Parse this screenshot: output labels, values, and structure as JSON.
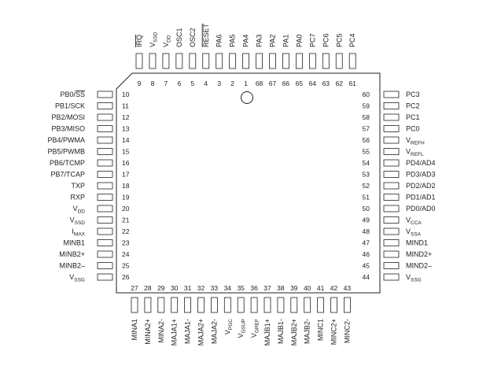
{
  "package": {
    "left_pins": [
      {
        "num": "10",
        "label": "PB0/SS",
        "overline": "SS"
      },
      {
        "num": "11",
        "label": "PB1/SCK"
      },
      {
        "num": "12",
        "label": "PB2/MOSI"
      },
      {
        "num": "13",
        "label": "PB3/MISO"
      },
      {
        "num": "14",
        "label": "PB4/PWMA"
      },
      {
        "num": "15",
        "label": "PB5/PWMB"
      },
      {
        "num": "16",
        "label": "PB6/TCMP"
      },
      {
        "num": "17",
        "label": "PB7/TCAP"
      },
      {
        "num": "18",
        "label": "TXP"
      },
      {
        "num": "19",
        "label": "RXP"
      },
      {
        "num": "20",
        "label": "V",
        "sub": "DD"
      },
      {
        "num": "21",
        "label": "V",
        "sub": "SSD"
      },
      {
        "num": "22",
        "label": "I",
        "sub": "MAX"
      },
      {
        "num": "23",
        "label": "MINB1"
      },
      {
        "num": "24",
        "label": "MINB2+"
      },
      {
        "num": "25",
        "label": "MINB2–"
      },
      {
        "num": "26",
        "label": "V",
        "sub": "SSG"
      }
    ],
    "right_pins": [
      {
        "num": "60",
        "label": "PC3"
      },
      {
        "num": "59",
        "label": "PC2"
      },
      {
        "num": "58",
        "label": "PC1"
      },
      {
        "num": "57",
        "label": "PC0"
      },
      {
        "num": "56",
        "label": "V",
        "sub": "REFH"
      },
      {
        "num": "55",
        "label": "V",
        "sub": "REFL"
      },
      {
        "num": "54",
        "label": "PD4/AD4"
      },
      {
        "num": "53",
        "label": "PD3/AD3"
      },
      {
        "num": "52",
        "label": "PD2/AD2"
      },
      {
        "num": "51",
        "label": "PD1/AD1"
      },
      {
        "num": "50",
        "label": "PD0/AD0"
      },
      {
        "num": "49",
        "label": "V",
        "sub": "CCA"
      },
      {
        "num": "48",
        "label": "V",
        "sub": "SSA"
      },
      {
        "num": "47",
        "label": "MIND1"
      },
      {
        "num": "46",
        "label": "MIND2+"
      },
      {
        "num": "45",
        "label": "MIND2–"
      },
      {
        "num": "44",
        "label": "V",
        "sub": "SSG"
      }
    ],
    "top_pins": [
      {
        "num": "9",
        "label": "IRQ",
        "overline": "IRQ"
      },
      {
        "num": "8",
        "label": "V",
        "sub": "SSD"
      },
      {
        "num": "7",
        "label": "V",
        "sub": "DD"
      },
      {
        "num": "6",
        "label": "OSC1"
      },
      {
        "num": "5",
        "label": "OSC2"
      },
      {
        "num": "4",
        "label": "RESET",
        "overline": "RESET"
      },
      {
        "num": "3",
        "label": "PA6"
      },
      {
        "num": "2",
        "label": "PA5"
      },
      {
        "num": "1",
        "label": "PA4"
      },
      {
        "num": "68",
        "label": "PA3"
      },
      {
        "num": "67",
        "label": "PA2"
      },
      {
        "num": "66",
        "label": "PA1"
      },
      {
        "num": "65",
        "label": "PA0"
      },
      {
        "num": "64",
        "label": "PC7"
      },
      {
        "num": "63",
        "label": "PC6"
      },
      {
        "num": "62",
        "label": "PC5"
      },
      {
        "num": "61",
        "label": "PC4"
      }
    ],
    "bottom_pins": [
      {
        "num": "27",
        "label": "MINA1"
      },
      {
        "num": "28",
        "label": "MINA2+"
      },
      {
        "num": "29",
        "label": "MINA2-"
      },
      {
        "num": "30",
        "label": "MAJA1+"
      },
      {
        "num": "31",
        "label": "MAJA1-"
      },
      {
        "num": "32",
        "label": "MAJA2+"
      },
      {
        "num": "33",
        "label": "MAJA2-"
      },
      {
        "num": "34",
        "label": "V",
        "sub": "PGC"
      },
      {
        "num": "35",
        "label": "V",
        "sub": "GSUP"
      },
      {
        "num": "36",
        "label": "V",
        "sub": "GREF"
      },
      {
        "num": "37",
        "label": "MAJB1+"
      },
      {
        "num": "38",
        "label": "MAJB1-"
      },
      {
        "num": "39",
        "label": "MAJB2+"
      },
      {
        "num": "40",
        "label": "MAJB2-"
      },
      {
        "num": "41",
        "label": "MINC1"
      },
      {
        "num": "42",
        "label": "MINC2+"
      },
      {
        "num": "43",
        "label": "MINC2-"
      }
    ]
  }
}
